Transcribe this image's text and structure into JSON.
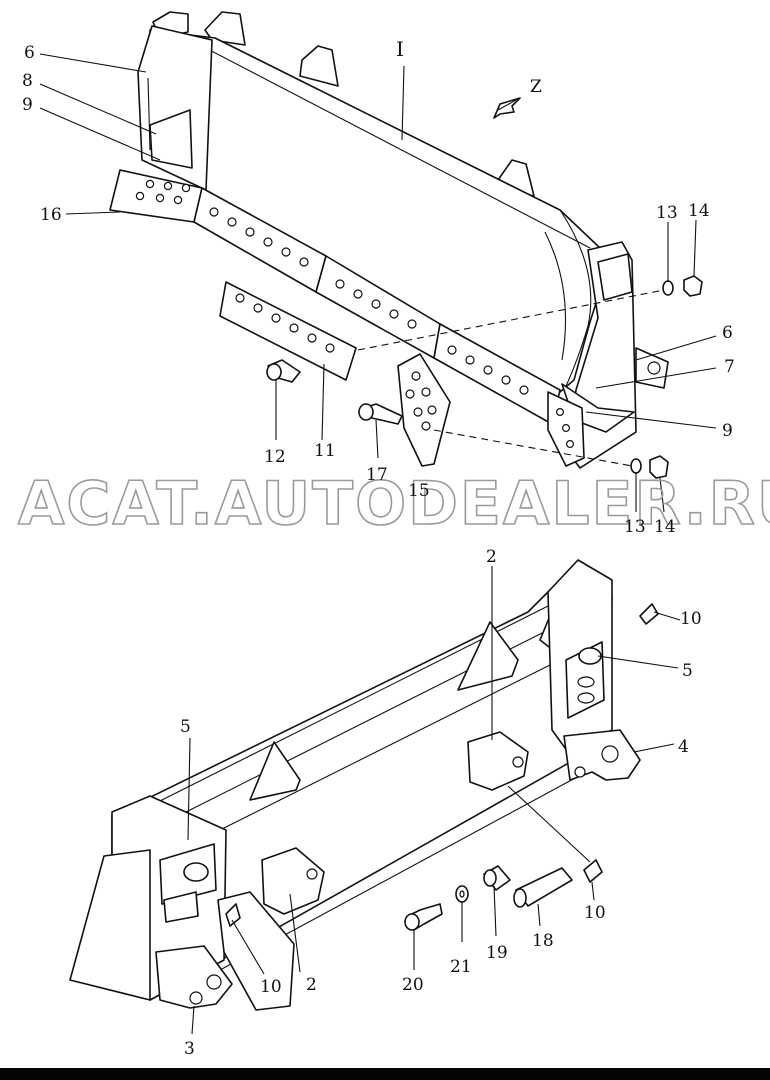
{
  "watermark": "ACAT.AUTODEALER.RU",
  "view_label": "Z",
  "labels": {
    "roman_i": "I",
    "c6a": "6",
    "c8": "8",
    "c9a": "9",
    "c16": "16",
    "c13a": "13",
    "c14a": "14",
    "c6b": "6",
    "c7": "7",
    "c9b": "9",
    "c12": "12",
    "c11": "11",
    "c17": "17",
    "c15": "15",
    "c13b": "13",
    "c14b": "14",
    "c2a": "2",
    "c10a": "10",
    "c5a": "5",
    "c4": "4",
    "c5b": "5",
    "c10b": "10",
    "c2b": "2",
    "c10c": "10",
    "c3": "3",
    "c20": "20",
    "c21": "21",
    "c19": "19",
    "c18": "18"
  }
}
